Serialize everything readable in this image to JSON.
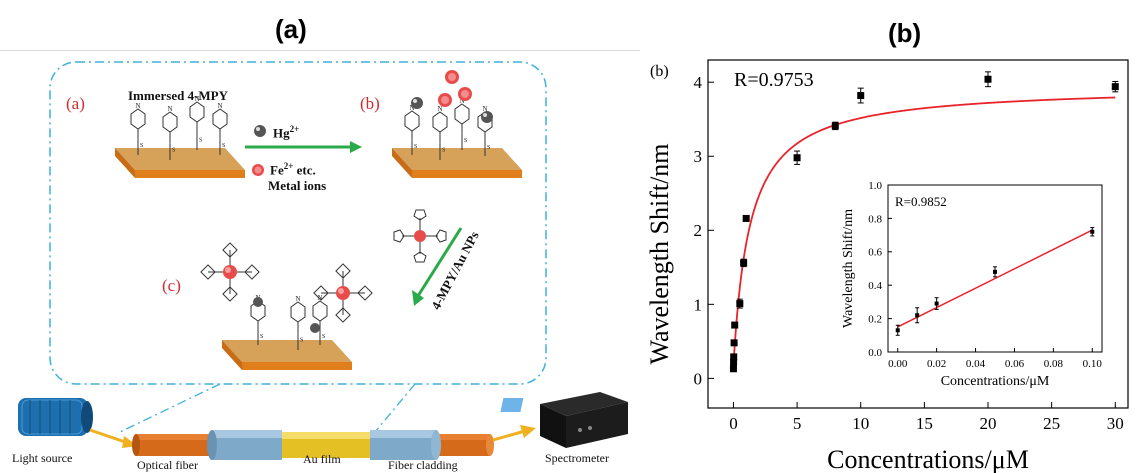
{
  "panel_a": {
    "title": "(a)",
    "scheme": {
      "label_a": "(a)",
      "label_b": "(b)",
      "label_c": "(c)",
      "immersed": "Immersed 4-MPY",
      "hg": "Hg",
      "hg_sup": "2+",
      "fe": "Fe",
      "fe_sup": "2+",
      "fe_suffix": " etc.",
      "metal_ions": "Metal  ions",
      "mpy_au": "4-MPY/Au NPs",
      "s": "S",
      "n": "N"
    },
    "setup": {
      "light_source": "Light source",
      "optical_fiber": "Optical fiber",
      "au_film": "Au film",
      "fiber_cladding": "Fiber cladding",
      "spectrometer": "Spectrometer"
    }
  },
  "panel_b": {
    "title": "(b)",
    "corner_label": "(b)"
  },
  "chart_data": [
    {
      "type": "scatter",
      "title": "",
      "annotation": "R=0.9753",
      "xlabel": "Concentrations/μM",
      "ylabel": "Wavelength Shift/nm",
      "xlim": [
        -2,
        31
      ],
      "ylim": [
        -0.4,
        4.3
      ],
      "xticks": [
        0,
        5,
        10,
        15,
        20,
        25,
        30
      ],
      "yticks": [
        0,
        1,
        2,
        3,
        4
      ],
      "grid": false,
      "points": [
        {
          "x": 0,
          "y": 0.13,
          "err": 0.03
        },
        {
          "x": 0.01,
          "y": 0.22,
          "err": 0.04
        },
        {
          "x": 0.02,
          "y": 0.29,
          "err": 0.03
        },
        {
          "x": 0.05,
          "y": 0.48,
          "err": 0.03
        },
        {
          "x": 0.1,
          "y": 0.72,
          "err": 0.03
        },
        {
          "x": 0.5,
          "y": 1.01,
          "err": 0.06
        },
        {
          "x": 0.8,
          "y": 1.56,
          "err": 0.05
        },
        {
          "x": 1,
          "y": 2.16,
          "err": 0.03
        },
        {
          "x": 5,
          "y": 2.98,
          "err": 0.09
        },
        {
          "x": 8,
          "y": 3.41,
          "err": 0.05
        },
        {
          "x": 10,
          "y": 3.82,
          "err": 0.1
        },
        {
          "x": 20,
          "y": 4.04,
          "err": 0.1
        },
        {
          "x": 30,
          "y": 3.94,
          "err": 0.07
        }
      ],
      "fit": {
        "color": "#e8242a"
      }
    },
    {
      "type": "scatter",
      "title": "",
      "annotation": "R=0.9852",
      "xlabel": "Concentrations/μM",
      "ylabel": "Wavelength Shift/nm",
      "xlim": [
        -0.005,
        0.105
      ],
      "ylim": [
        0,
        1.0
      ],
      "xticks": [
        "0.00",
        "0.02",
        "0.04",
        "0.06",
        "0.08",
        "0.10"
      ],
      "yticks": [
        "0.0",
        "0.2",
        "0.4",
        "0.6",
        "0.8",
        "1.0"
      ],
      "grid": false,
      "points": [
        {
          "x": 0.0,
          "y": 0.13,
          "err": 0.03
        },
        {
          "x": 0.01,
          "y": 0.22,
          "err": 0.045
        },
        {
          "x": 0.02,
          "y": 0.29,
          "err": 0.035
        },
        {
          "x": 0.05,
          "y": 0.48,
          "err": 0.03
        },
        {
          "x": 0.1,
          "y": 0.72,
          "err": 0.025
        }
      ],
      "fit": {
        "type": "linear",
        "y0": 0.15,
        "y1": 0.73,
        "color": "#e8242a"
      }
    }
  ]
}
